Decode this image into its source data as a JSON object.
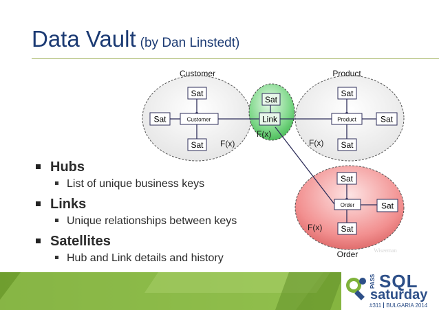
{
  "slide": {
    "title": "Data Vault",
    "subtitle": "(by Dan Linstedt)"
  },
  "diagram": {
    "labels": {
      "customer": "Customer",
      "product": "Product",
      "order": "Order",
      "sat": "Sat",
      "link": "Link",
      "fx": "F(x)",
      "watermark": "Wiseeman"
    }
  },
  "bullets": [
    {
      "heading": "Hubs",
      "detail": "List of unique business keys"
    },
    {
      "heading": "Links",
      "detail": "Unique relationships between keys"
    },
    {
      "heading": "Satellites",
      "detail": "Hub and Link details and history"
    }
  ],
  "footer": {
    "logo_pass": "PASS",
    "logo_sql": "SQL",
    "logo_saturday": "saturday",
    "event_number": "#311",
    "event_location": "BULGARIA 2014"
  },
  "colors": {
    "title": "#1b3a73",
    "rule": "#a8b86a",
    "link_ellipse": "#7fd88a",
    "order_ellipse": "#f29090",
    "footer_green": "#7aa73a",
    "logo_blue": "#2d4f88"
  }
}
